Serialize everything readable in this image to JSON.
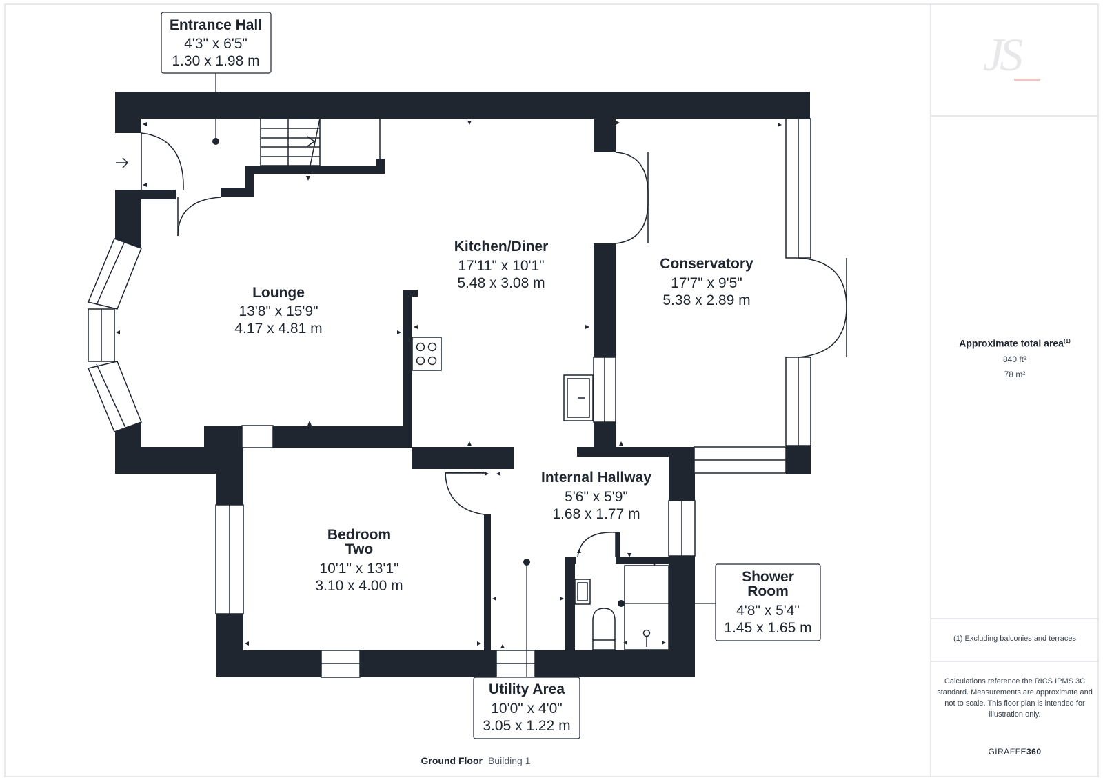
{
  "rooms": {
    "entrance_hall": {
      "name": "Entrance Hall",
      "dim_imperial": "4'3\" x 6'5\"",
      "dim_metric": "1.30 x 1.98 m"
    },
    "lounge": {
      "name": "Lounge",
      "dim_imperial": "13'8\" x 15'9\"",
      "dim_metric": "4.17 x 4.81 m"
    },
    "kitchen_diner": {
      "name": "Kitchen/Diner",
      "dim_imperial": "17'11\" x 10'1\"",
      "dim_metric": "5.48 x 3.08 m"
    },
    "conservatory": {
      "name": "Conservatory",
      "dim_imperial": "17'7\" x 9'5\"",
      "dim_metric": "5.38 x 2.89 m"
    },
    "internal_hallway": {
      "name": "Internal Hallway",
      "dim_imperial": "5'6\" x 5'9\"",
      "dim_metric": "1.68 x 1.77 m"
    },
    "bedroom_two": {
      "name_line1": "Bedroom",
      "name_line2": "Two",
      "dim_imperial": "10'1\" x 13'1\"",
      "dim_metric": "3.10 x 4.00 m"
    },
    "shower_room": {
      "name_line1": "Shower",
      "name_line2": "Room",
      "dim_imperial": "4'8\" x 5'4\"",
      "dim_metric": "1.45 x 1.65 m"
    },
    "utility_area": {
      "name": "Utility Area",
      "dim_imperial": "10'0\" x 4'0\"",
      "dim_metric": "3.05 x 1.22 m"
    }
  },
  "sidebar": {
    "logo_text": "JS",
    "area_title": "Approximate total area",
    "area_footnote_mark": "(1)",
    "area_ft": "840 ft²",
    "area_m": "78 m²",
    "exclusion_note": "(1) Excluding balconies and terraces",
    "calc_note": "Calculations reference the RICS IPMS 3C standard. Measurements are approximate and not to scale. This floor plan is intended for illustration only.",
    "brand_main": "GIRAFFE",
    "brand_num": "360"
  },
  "footer": {
    "level": "Ground Floor",
    "building": "Building 1"
  },
  "colors": {
    "wall": "#1f2630",
    "frame": "#cfd3d8"
  }
}
